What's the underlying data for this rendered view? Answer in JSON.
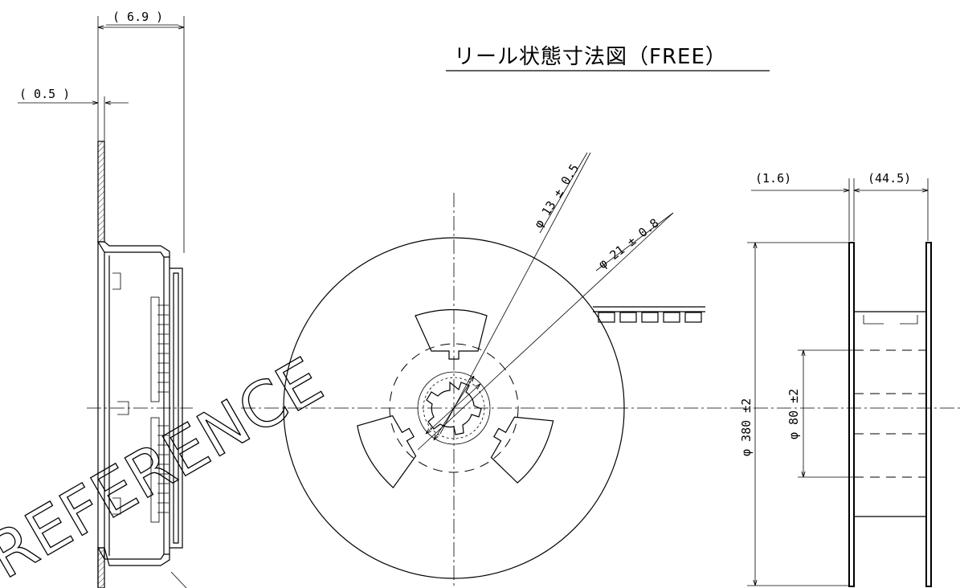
{
  "title": "リール状態寸法図（FREE）",
  "watermark": "REFERENCE",
  "side_view": {
    "dim_overall": "( 6.9 )",
    "dim_flange": "( 0.5 )"
  },
  "front_view": {
    "dim_hub_hole": "φ 13 ± 0.5",
    "dim_hub_ring": "φ 21 ± 0.8"
  },
  "edge_view": {
    "dim_flange_thickness": "(1.6)",
    "dim_width": "(44.5)",
    "dim_outer_diameter": "φ 380 ±2",
    "dim_hub_diameter": "φ 80 ±2"
  },
  "colors": {
    "line": "#000000",
    "background": "#ffffff"
  }
}
